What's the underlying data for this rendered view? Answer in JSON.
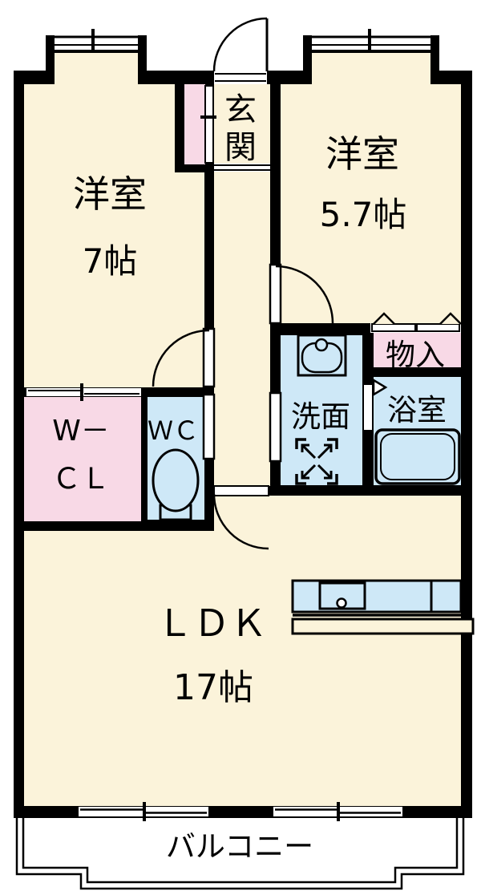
{
  "floorplan": {
    "title": "apartment-floor-plan",
    "rooms": {
      "western_room_1": {
        "name": "洋室",
        "size": "7帖"
      },
      "western_room_2": {
        "name": "洋室",
        "size": "5.7帖"
      },
      "ldk": {
        "name": "ＬＤＫ",
        "size": "17帖"
      },
      "entrance": {
        "name": "玄関"
      },
      "walk_in_closet": {
        "line1": "W－",
        "line2": "ＣＬ"
      },
      "toilet": {
        "name": "ＷＣ"
      },
      "washroom": {
        "name": "洗面"
      },
      "bathroom": {
        "name": "浴室"
      },
      "storage": {
        "name": "物入"
      },
      "balcony": {
        "name": "バルコニー"
      }
    },
    "colors": {
      "room_cream": "#FBF3DA",
      "closet_pink": "#F8D9E6",
      "wet_blue": "#CEE8F7",
      "wall_black": "#000000",
      "outside_white": "#FFFFFF"
    },
    "icons": [
      "toilet-icon",
      "washbasin-icon",
      "washing-machine-icon",
      "bathtub-icon",
      "kitchen-sink-icon",
      "door-swing-arc",
      "window-tick",
      "folding-door-icon"
    ]
  }
}
